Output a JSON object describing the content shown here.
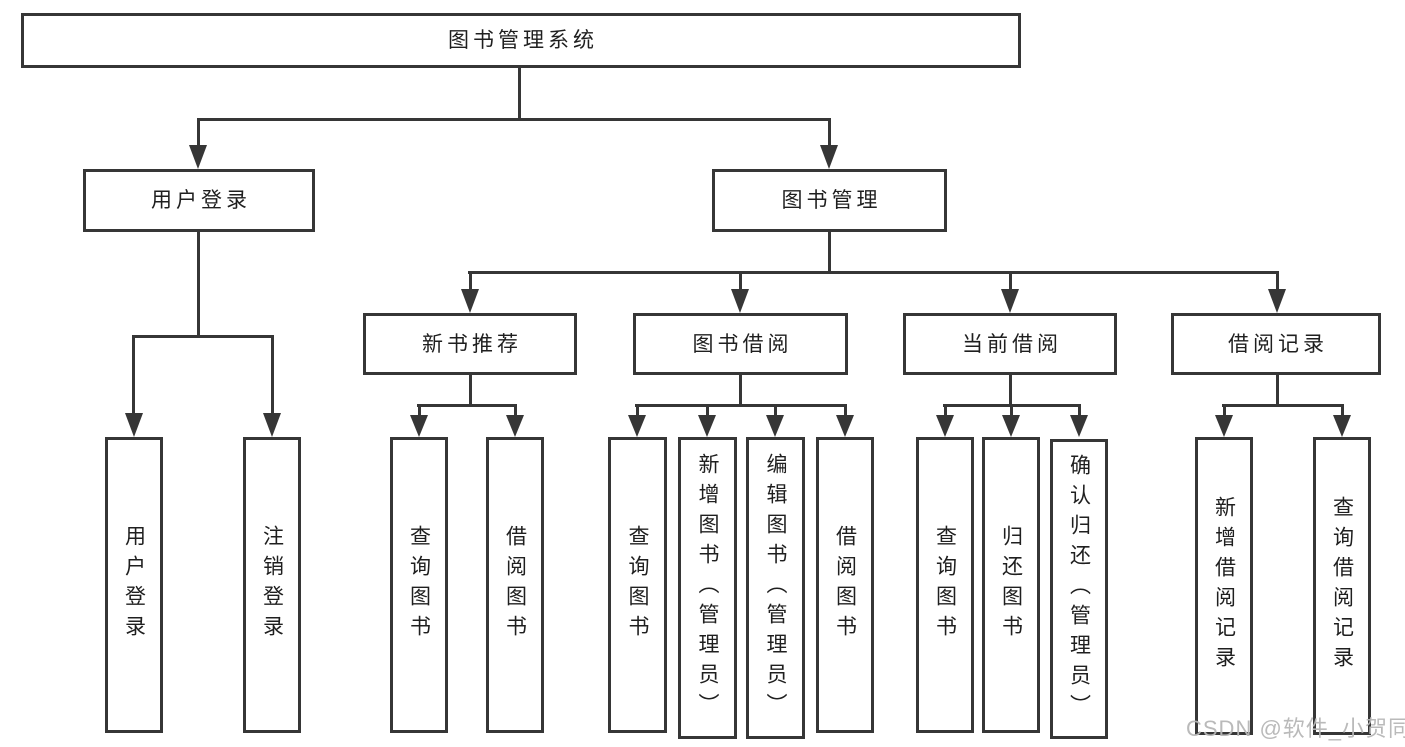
{
  "nodes": {
    "root": "图书管理系统",
    "login": "用户登录",
    "mgmt": "图书管理",
    "login_children": [
      "用户登录",
      "注销登录"
    ],
    "groups": [
      {
        "label": "新书推荐",
        "children": [
          "查询图书",
          "借阅图书"
        ]
      },
      {
        "label": "图书借阅",
        "children": [
          "查询图书",
          "新增图书（管理员）",
          "编辑图书（管理员）",
          "借阅图书"
        ]
      },
      {
        "label": "当前借阅",
        "children": [
          "查询图书",
          "归还图书",
          "确认归还（管理员）"
        ]
      },
      {
        "label": "借阅记录",
        "children": [
          "新增借阅记录",
          "查询借阅记录"
        ]
      }
    ]
  },
  "watermark": "CSDN @软件_小贺同学",
  "colors": {
    "line": "#363636",
    "text": "#1f1f1f",
    "watermark": "#b6b6b6",
    "background": "#ffffff"
  }
}
